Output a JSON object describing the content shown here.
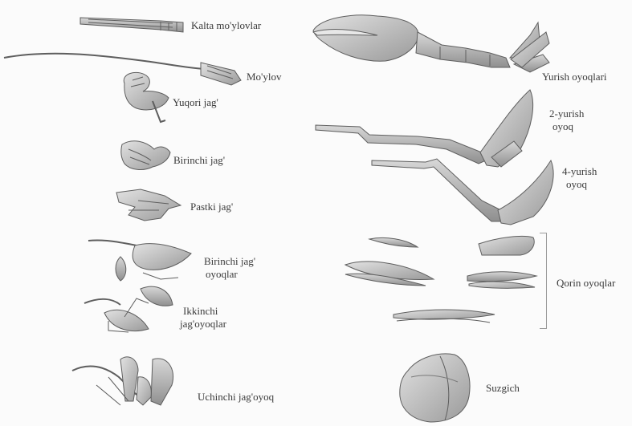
{
  "figure": {
    "labels": {
      "kalta_movlovlar": "Kalta mo'ylovlar",
      "moylov": "Mo'ylov",
      "yuqori_jag": "Yuqori jag'",
      "birinchi_jag": "Birinchi jag'",
      "pastki_jag": "Pastki jag'",
      "birinchi_jag_oyoqlar_1": "Birinchi jag'",
      "birinchi_jag_oyoqlar_2": "oyoqlar",
      "ikkinchi_jag_oyoqlar_1": "Ikkinchi",
      "ikkinchi_jag_oyoqlar_2": "jag'oyoqlar",
      "uchinchi_jag_oyoq": "Uchinchi jag'oyoq",
      "yurish_oyoqlar": "Yurish oyoqlari",
      "yurish2_1": "2-yurish",
      "yurish2_2": "oyoq",
      "yurish4_1": "4-yurish",
      "yurish4_2": "oyoq",
      "qorin_oyoqlar": "Qorin oyoqlar",
      "suzgich": "Suzgich"
    },
    "palette": {
      "fill": "#c9c9c9",
      "fill_dark": "#9d9d9d",
      "stroke": "#5e5e5e"
    }
  }
}
